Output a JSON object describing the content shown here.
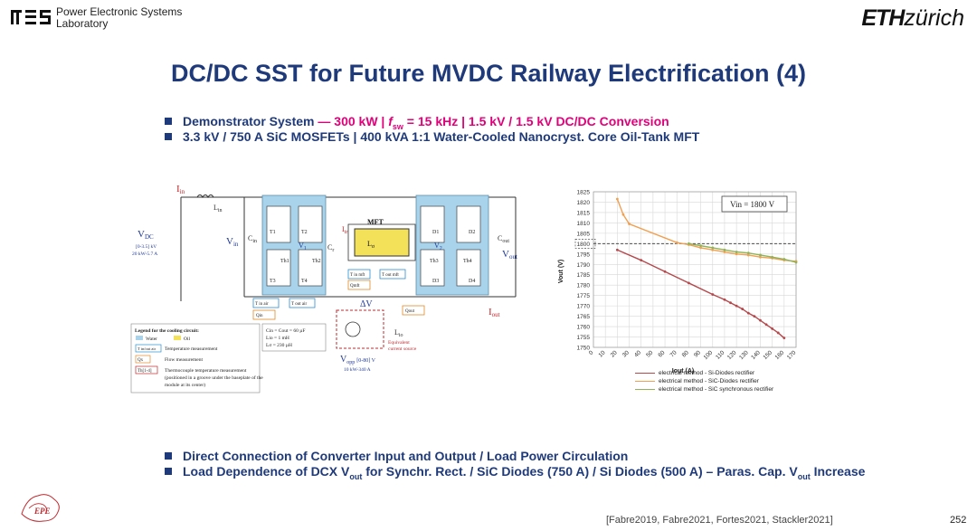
{
  "header": {
    "lab_line1": "Power Electronic Systems",
    "lab_line2": "Laboratory",
    "eth_bold": "ETH",
    "eth_rest": "zürich"
  },
  "title": "DC/DC SST for Future MVDC Railway Electrification (4)",
  "bullets_top": {
    "b1_a": "Demonstrator System",
    "b1_dash": " — ",
    "b1_power": "300 kW",
    "b1_fsw_pre": " | ",
    "b1_f": "f",
    "b1_sw": "sw",
    "b1_rest": " = 15 kHz | 1.5 kV / 1.5 kV DC/DC Conversion",
    "b2": "3.3 kV / 750 A SiC MOSFETs | 400 kVA 1:1 Water-Cooled Nanocryst. Core Oil-Tank MFT"
  },
  "bullets_bottom": {
    "b3": "Direct Connection of Converter Input and Output / Load Power Circulation",
    "b4_a": "Load Dependence of DCX V",
    "b4_sub1": "out",
    "b4_b": " for Synchr. Rect. / SiC Diodes (750 A) / Si Diodes (500 A) – Paras. Cap. V",
    "b4_sub2": "out",
    "b4_c": " Increase"
  },
  "diagram": {
    "i_in": "I",
    "i_in_sub": "in",
    "l_in": "L",
    "l_in_sub": "in",
    "v_dc": "V",
    "v_dc_sub": "DC",
    "v_dc_range": "[0-3.5] kV",
    "v_dc_power": "20 kW-5.7 A",
    "v_in": "V",
    "v_in_sub": "in",
    "c_in": "C",
    "c_in_sub": "in",
    "c_out": "C",
    "c_out_sub": "out",
    "v_out": "V",
    "v_out_sub": "out",
    "i_out": "I",
    "i_out_sub": "out",
    "mft": "MFT",
    "l_sigma": "L",
    "l_sigma_sub": "σ",
    "c_r": "C",
    "c_r_sub": "r",
    "v1": "V",
    "v1_sub": "1",
    "v2": "V",
    "v2_sub": "2",
    "i_tr": "I",
    "i_tr_sub": "tr",
    "t1": "T1",
    "t2": "T2",
    "t3": "T3",
    "t4": "T4",
    "d1": "D1",
    "d2": "D2",
    "d3": "D3",
    "d4": "D4",
    "th1": "Th1",
    "th2": "Th2",
    "th3": "Th3",
    "th4": "Th4",
    "q_in": "Qin",
    "q_mft": "Qmft",
    "q_out": "Qout",
    "t_in_air": "T in air",
    "t_out_air": "T out air",
    "t_in_mft": "T in mft",
    "t_out_mft": "T out mft",
    "delta_v": "ΔV",
    "l_io": "L",
    "l_io_sub": "io",
    "eq_source_1": "Equivalent",
    "eq_source_2": "current source",
    "v_opp": "V",
    "v_opp_sub": "opp",
    "v_opp_range": "[0-80] V",
    "v_opp_power": "10 kW-340 A",
    "component_values": [
      "Cin = Cout = 60 µF",
      "Lio = 1 mH",
      "Lσ = 230 µH"
    ],
    "legend_title": "Legend for the cooling circuit:",
    "legend_water": "Water",
    "legend_oil": "Oil",
    "legend_temp": "Temperature measurement",
    "legend_flow": "Flow measurement",
    "legend_thermo_1": "Thermocouple temperature measurement",
    "legend_thermo_2": "(positioned in a groove under the baseplate of the",
    "legend_thermo_3": "module at its center)",
    "legend_t_sym": "T in/out air",
    "legend_q_sym": "Qx",
    "legend_th_sym": "Th[1-4]"
  },
  "chart_data": {
    "type": "line",
    "xlabel": "Iout (A)",
    "ylabel": "Vout (V)",
    "xlim": [
      0,
      170
    ],
    "ylim": [
      1750,
      1825
    ],
    "x_ticks": [
      0,
      10,
      20,
      30,
      40,
      50,
      60,
      70,
      80,
      90,
      100,
      110,
      120,
      130,
      140,
      150,
      160,
      170
    ],
    "y_ticks": [
      1750,
      1755,
      1760,
      1765,
      1770,
      1775,
      1780,
      1785,
      1790,
      1795,
      1800,
      1805,
      1810,
      1815,
      1820,
      1825
    ],
    "annotation": "Vin = 1800 V",
    "reference_line": 1800,
    "grid": true,
    "legend_placement": "bottom",
    "series": [
      {
        "name": "electrical method - Si-Diodes rectifier",
        "color": "#b5484b",
        "x": [
          20,
          40,
          60,
          80,
          100,
          110,
          115,
          120,
          125,
          130,
          135,
          140,
          145,
          150,
          155,
          160
        ],
        "y": [
          1797,
          1792,
          1786.5,
          1781,
          1775.5,
          1773,
          1771.5,
          1770,
          1768.5,
          1766.5,
          1765,
          1763,
          1761,
          1759,
          1757,
          1754.5
        ]
      },
      {
        "name": "electrical method - SiC-Diodes rectifier",
        "color": "#f0a050",
        "x": [
          20,
          25,
          30,
          70,
          80,
          90,
          100,
          110,
          120,
          130,
          140,
          150,
          160,
          170
        ],
        "y": [
          1821.5,
          1814,
          1809.5,
          1800.5,
          1799.5,
          1798,
          1797,
          1796,
          1795,
          1794.5,
          1793.5,
          1793,
          1792,
          1791.5
        ]
      },
      {
        "name": "electrical method - SiC synchronous rectifier",
        "color": "#8fb35a",
        "x": [
          80,
          90,
          100,
          110,
          120,
          130,
          140,
          150,
          160,
          170
        ],
        "y": [
          1800,
          1799,
          1798,
          1797,
          1796,
          1795.5,
          1794.5,
          1793.5,
          1792.5,
          1791
        ]
      }
    ]
  },
  "footer": {
    "refs": "[Fabre2019, Fabre2021, Fortes2021, Stackler2021]",
    "page": "252",
    "epe_logo": "EPE"
  }
}
